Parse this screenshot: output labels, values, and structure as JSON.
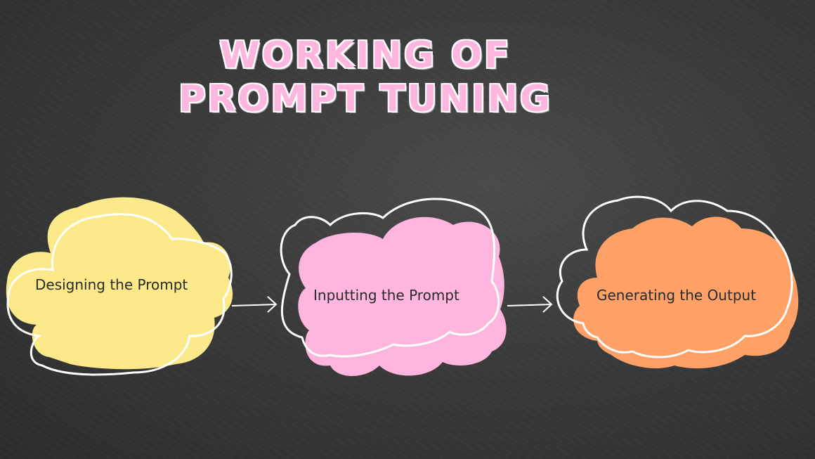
{
  "title": {
    "line1": "WORKING OF",
    "line2": "PROMPT TUNING",
    "color": "#ffb6de"
  },
  "steps": [
    {
      "label": "Designing the Prompt",
      "fill": "#fbe98a"
    },
    {
      "label": "Inputting the Prompt",
      "fill": "#ffb6de"
    },
    {
      "label": "Generating the Output",
      "fill": "#ffa166"
    }
  ],
  "connectors": [
    {
      "from": "Designing the Prompt",
      "to": "Inputting the Prompt",
      "icon": "arrow-right-icon"
    },
    {
      "from": "Inputting the Prompt",
      "to": "Generating the Output",
      "icon": "arrow-right-icon"
    }
  ],
  "background": "chalkboard"
}
